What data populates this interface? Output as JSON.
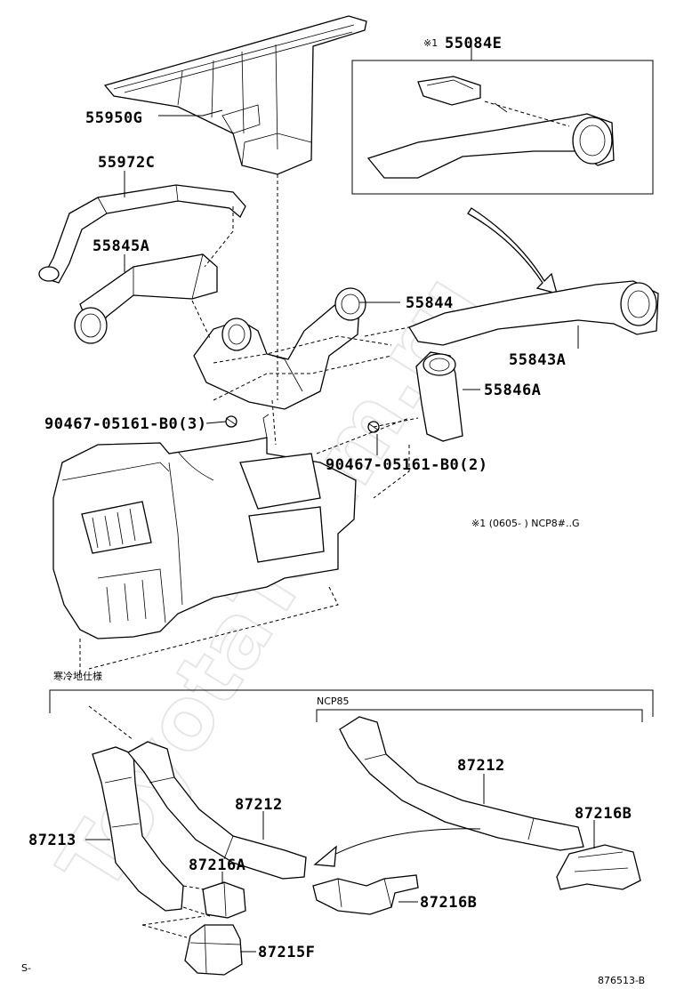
{
  "watermark": "ToyotaTeam.ru",
  "labels": {
    "p55084E": "55084E",
    "mark1": "※1",
    "p55950G": "55950G",
    "p55972C": "55972C",
    "p55845A": "55845A",
    "p55844": "55844",
    "p55843A": "55843A",
    "p55846A": "55846A",
    "bolt3": "90467-05161-B0(3)",
    "bolt2": "90467-05161-B0(2)",
    "note": "※1 (0605-      ) NCP8#..G",
    "cold_spec": "寒冷地仕様",
    "ncp85": "NCP85",
    "p87212a": "87212",
    "p87216B_a": "87216B",
    "p87213": "87213",
    "p87212b": "87212",
    "p87216A": "87216A",
    "p87216B_b": "87216B",
    "p87215F": "87215F",
    "corner_left": "S-",
    "corner_right": "876513-B"
  }
}
